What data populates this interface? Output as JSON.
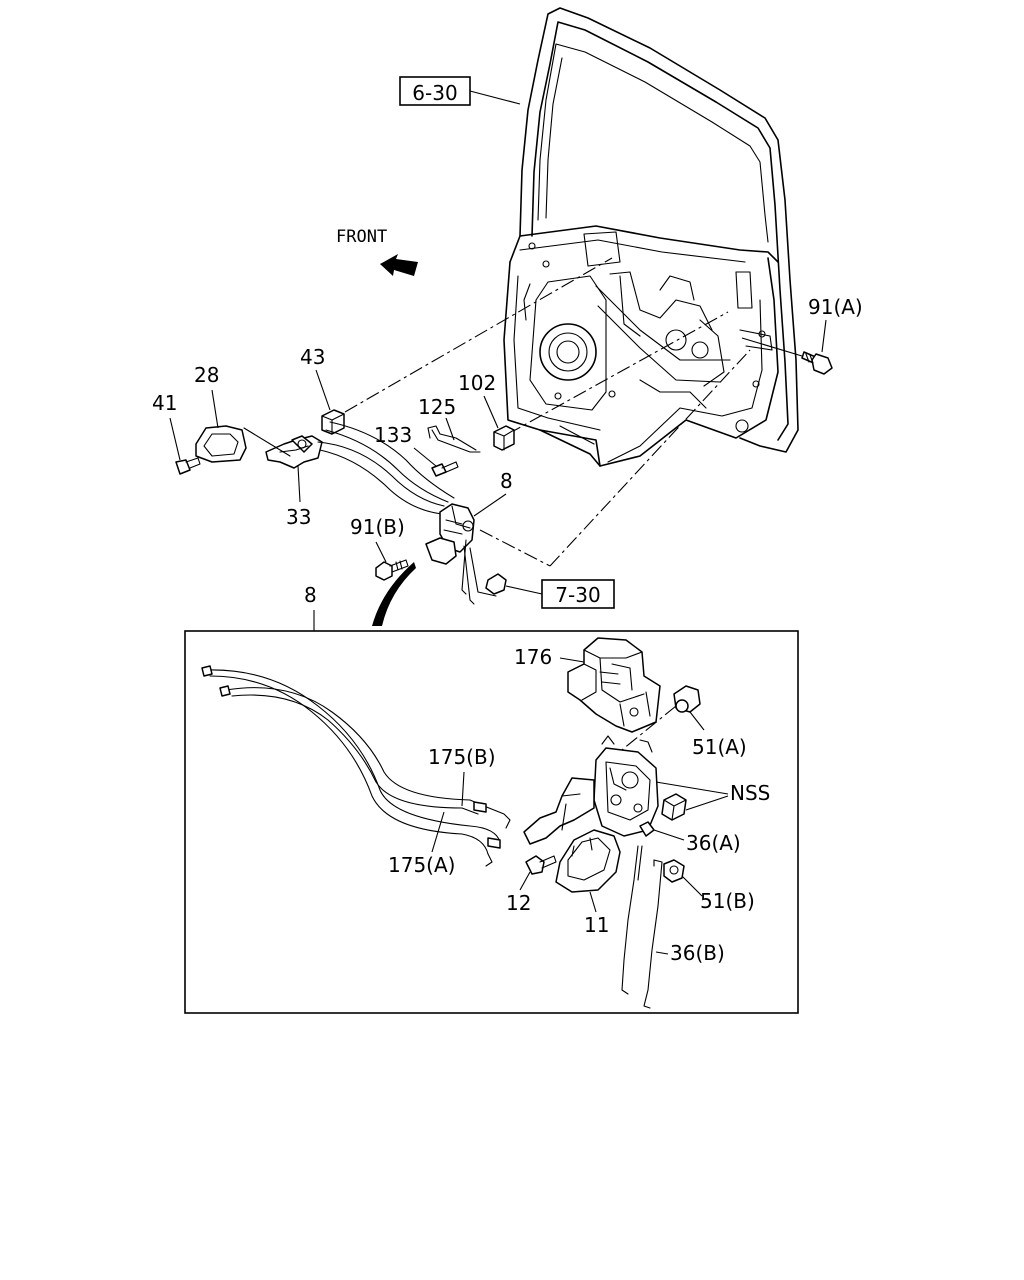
{
  "direction_label": "FRONT",
  "reference_labels": [
    {
      "id": "door_ref",
      "text": "6-30"
    },
    {
      "id": "handle_ref",
      "text": "7-30"
    }
  ],
  "callouts": [
    {
      "id": "c91a",
      "text": "91(A)"
    },
    {
      "id": "c43",
      "text": "43"
    },
    {
      "id": "c28",
      "text": "28"
    },
    {
      "id": "c41",
      "text": "41"
    },
    {
      "id": "c102",
      "text": "102"
    },
    {
      "id": "c125",
      "text": "125"
    },
    {
      "id": "c133",
      "text": "133"
    },
    {
      "id": "c33",
      "text": "33"
    },
    {
      "id": "c8a",
      "text": "8"
    },
    {
      "id": "c91b",
      "text": "91(B)"
    },
    {
      "id": "c8b",
      "text": "8"
    },
    {
      "id": "c176",
      "text": "176"
    },
    {
      "id": "c51a",
      "text": "51(A)"
    },
    {
      "id": "c175b",
      "text": "175(B)"
    },
    {
      "id": "cnss",
      "text": "NSS"
    },
    {
      "id": "c36a",
      "text": "36(A)"
    },
    {
      "id": "c175a",
      "text": "175(A)"
    },
    {
      "id": "c12",
      "text": "12"
    },
    {
      "id": "c51b",
      "text": "51(B)"
    },
    {
      "id": "c11",
      "text": "11"
    },
    {
      "id": "c36b",
      "text": "36(B)"
    }
  ]
}
